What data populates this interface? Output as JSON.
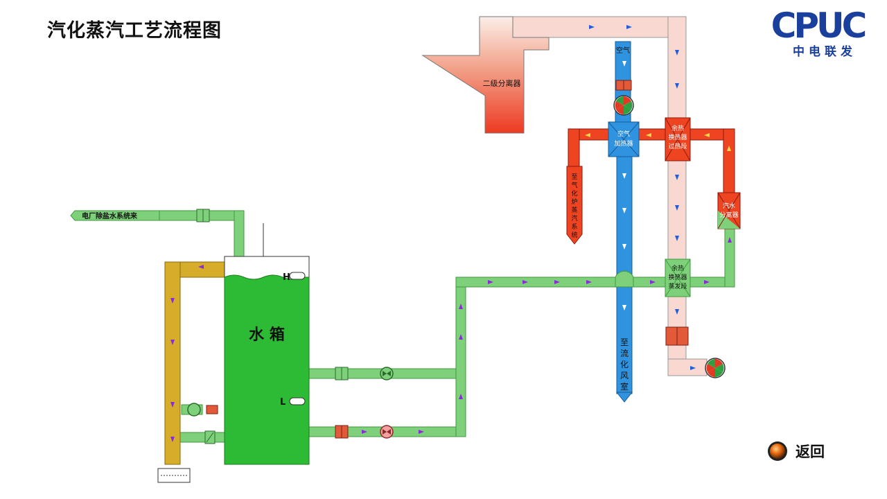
{
  "page": {
    "title": "汽化蒸汽工艺流程图"
  },
  "logo": {
    "mark": "CPUC",
    "subtitle": "中电联发"
  },
  "labels": {
    "demin_source": "电厂除盐水系统来",
    "water_tank": "水 箱",
    "level_high": "H",
    "level_low": "L",
    "secondary_separator": "二级分离器",
    "air": "空气",
    "air_heater": [
      "空气",
      "加热器"
    ],
    "whr_superheat": [
      "余热",
      "换热器",
      "过热段"
    ],
    "to_gasifier_steam": [
      "至",
      "气",
      "化",
      "炉",
      "蒸",
      "汽",
      "系",
      "统"
    ],
    "steam_separator": [
      "汽水",
      "分离器"
    ],
    "whr_evaporator": [
      "余热",
      "换热器",
      "蒸发段"
    ],
    "to_fluidized_air_chamber": [
      "至",
      "流",
      "化",
      "风",
      "室"
    ]
  },
  "controls": {
    "back_label": "返回"
  },
  "colors": {
    "water_pipe": "#7ed07a",
    "water_pipe_edge": "#3e9a3e",
    "drain_pipe": "#d6ad2a",
    "tank": "#2dbb35",
    "air_pipe": "#2f93e0",
    "steam_pipe": "#ee4422",
    "flue_pipe": "#f8d8d0",
    "flow_arrow_purple": "#8b2ad8",
    "flow_arrow_blue": "#1f5ed8",
    "flow_arrow_yellow": "#f4d84a",
    "logo_blue": "#1a3f9c"
  }
}
